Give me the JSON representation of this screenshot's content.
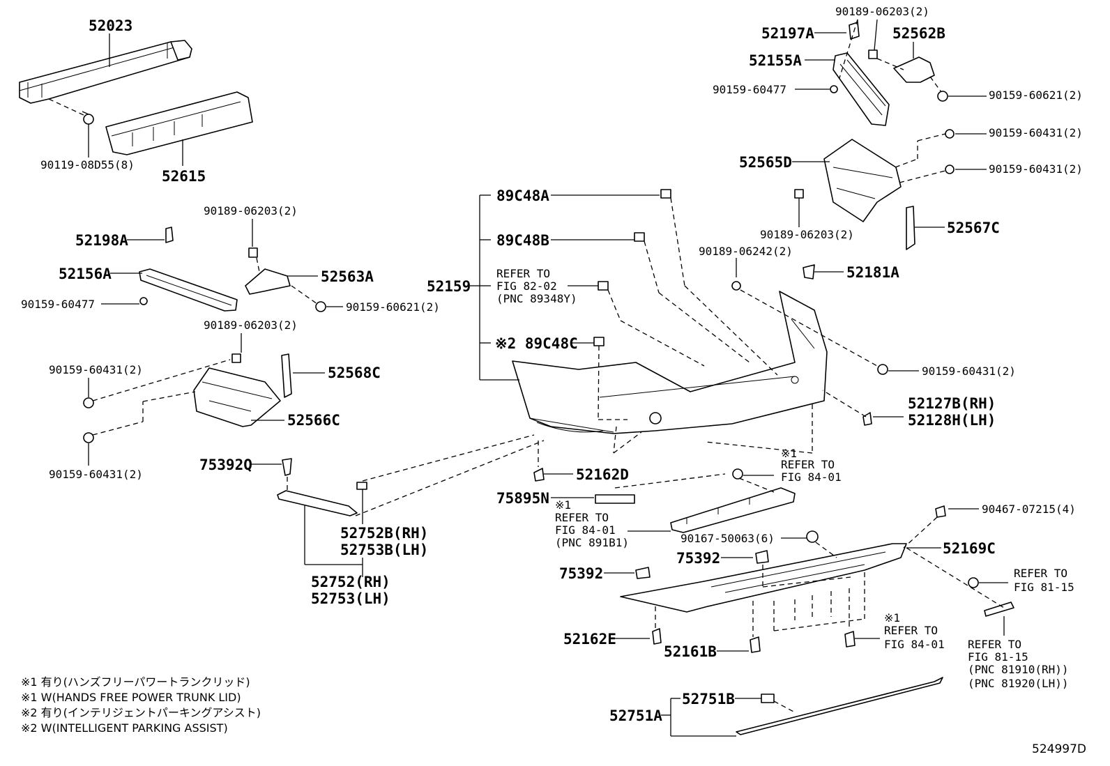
{
  "labels": {
    "p52023": "52023",
    "p52615": "52615",
    "p90119_08d55": "90119-08D55(8)",
    "p90189_06203_top": "90189-06203(2)",
    "p52197a": "52197A",
    "p52562b": "52562B",
    "p52155a": "52155A",
    "p90159_60477_r": "90159-60477",
    "p90159_60621_r": "90159-60621(2)",
    "p90159_60431_a": "90159-60431(2)",
    "p90159_60431_b": "90159-60431(2)",
    "p52565d": "52565D",
    "p90189_06203_r": "90189-06203(2)",
    "p52567c": "52567C",
    "p89c48a": "89C48A",
    "p89c48b": "89C48B",
    "p52159": "52159",
    "refer_8202_l1": "REFER TO",
    "refer_8202_l2": "FIG 82-02",
    "refer_8202_l3": "(PNC 89348Y)",
    "p89c48c": "※2 89C48C",
    "p90189_06242": "90189-06242(2)",
    "p52181a": "52181A",
    "p90159_60431_c": "90159-60431(2)",
    "p52127b": "52127B(RH)",
    "p52128h": "52128H(LH)",
    "p90189_06203_l": "90189-06203(2)",
    "p52198a": "52198A",
    "p52156a": "52156A",
    "p52563a": "52563A",
    "p90159_60477_l": "90159-60477",
    "p90159_60621_l": "90159-60621(2)",
    "p90189_06203_l2": "90189-06203(2)",
    "p90159_60431_l1": "90159-60431(2)",
    "p52568c": "52568C",
    "p52566c": "52566C",
    "p90159_60431_l2": "90159-60431(2)",
    "p75392q": "75392Q",
    "p52162d": "52162D",
    "refer_8401a_l0": "※1",
    "refer_8401a_l1": "REFER TO",
    "refer_8401a_l2": "FIG 84-01",
    "p75895n": "75895N",
    "refer_891b1_l0": "※1",
    "refer_891b1_l1": "REFER TO",
    "refer_891b1_l2": "FIG 84-01",
    "refer_891b1_l3": "(PNC 891B1)",
    "p90467_07215": "90467-07215(4)",
    "p90167_50063": "90167-50063(6)",
    "p52169c": "52169C",
    "p75392_a": "75392",
    "p75392_b": "75392",
    "p52752b": "52752B(RH)",
    "p52753b": "52753B(LH)",
    "p52752": "52752(RH)",
    "p52753": "52753(LH)",
    "refer_8115a_l1": "REFER TO",
    "refer_8115a_l2": "FIG 81-15",
    "p52162e": "52162E",
    "p52161b": "52161B",
    "refer_8401b_l0": "※1",
    "refer_8401b_l1": "REFER TO",
    "refer_8401b_l2": "FIG 84-01",
    "refer_8115b_l1": "REFER TO",
    "refer_8115b_l2": "FIG 81-15",
    "refer_8115b_l3": "(PNC 81910(RH))",
    "refer_8115b_l4": "(PNC 81920(LH))",
    "p52751b": "52751B",
    "p52751a": "52751A"
  },
  "notes": [
    "※1 有り(ハンズフリーパワートランクリッド)",
    "※1 W(HANDS FREE POWER TRUNK LID)",
    "※2 有り(インテリジェントパーキングアシスト)",
    "※2 W(INTELLIGENT PARKING ASSIST)"
  ],
  "figure_id": "524997D"
}
